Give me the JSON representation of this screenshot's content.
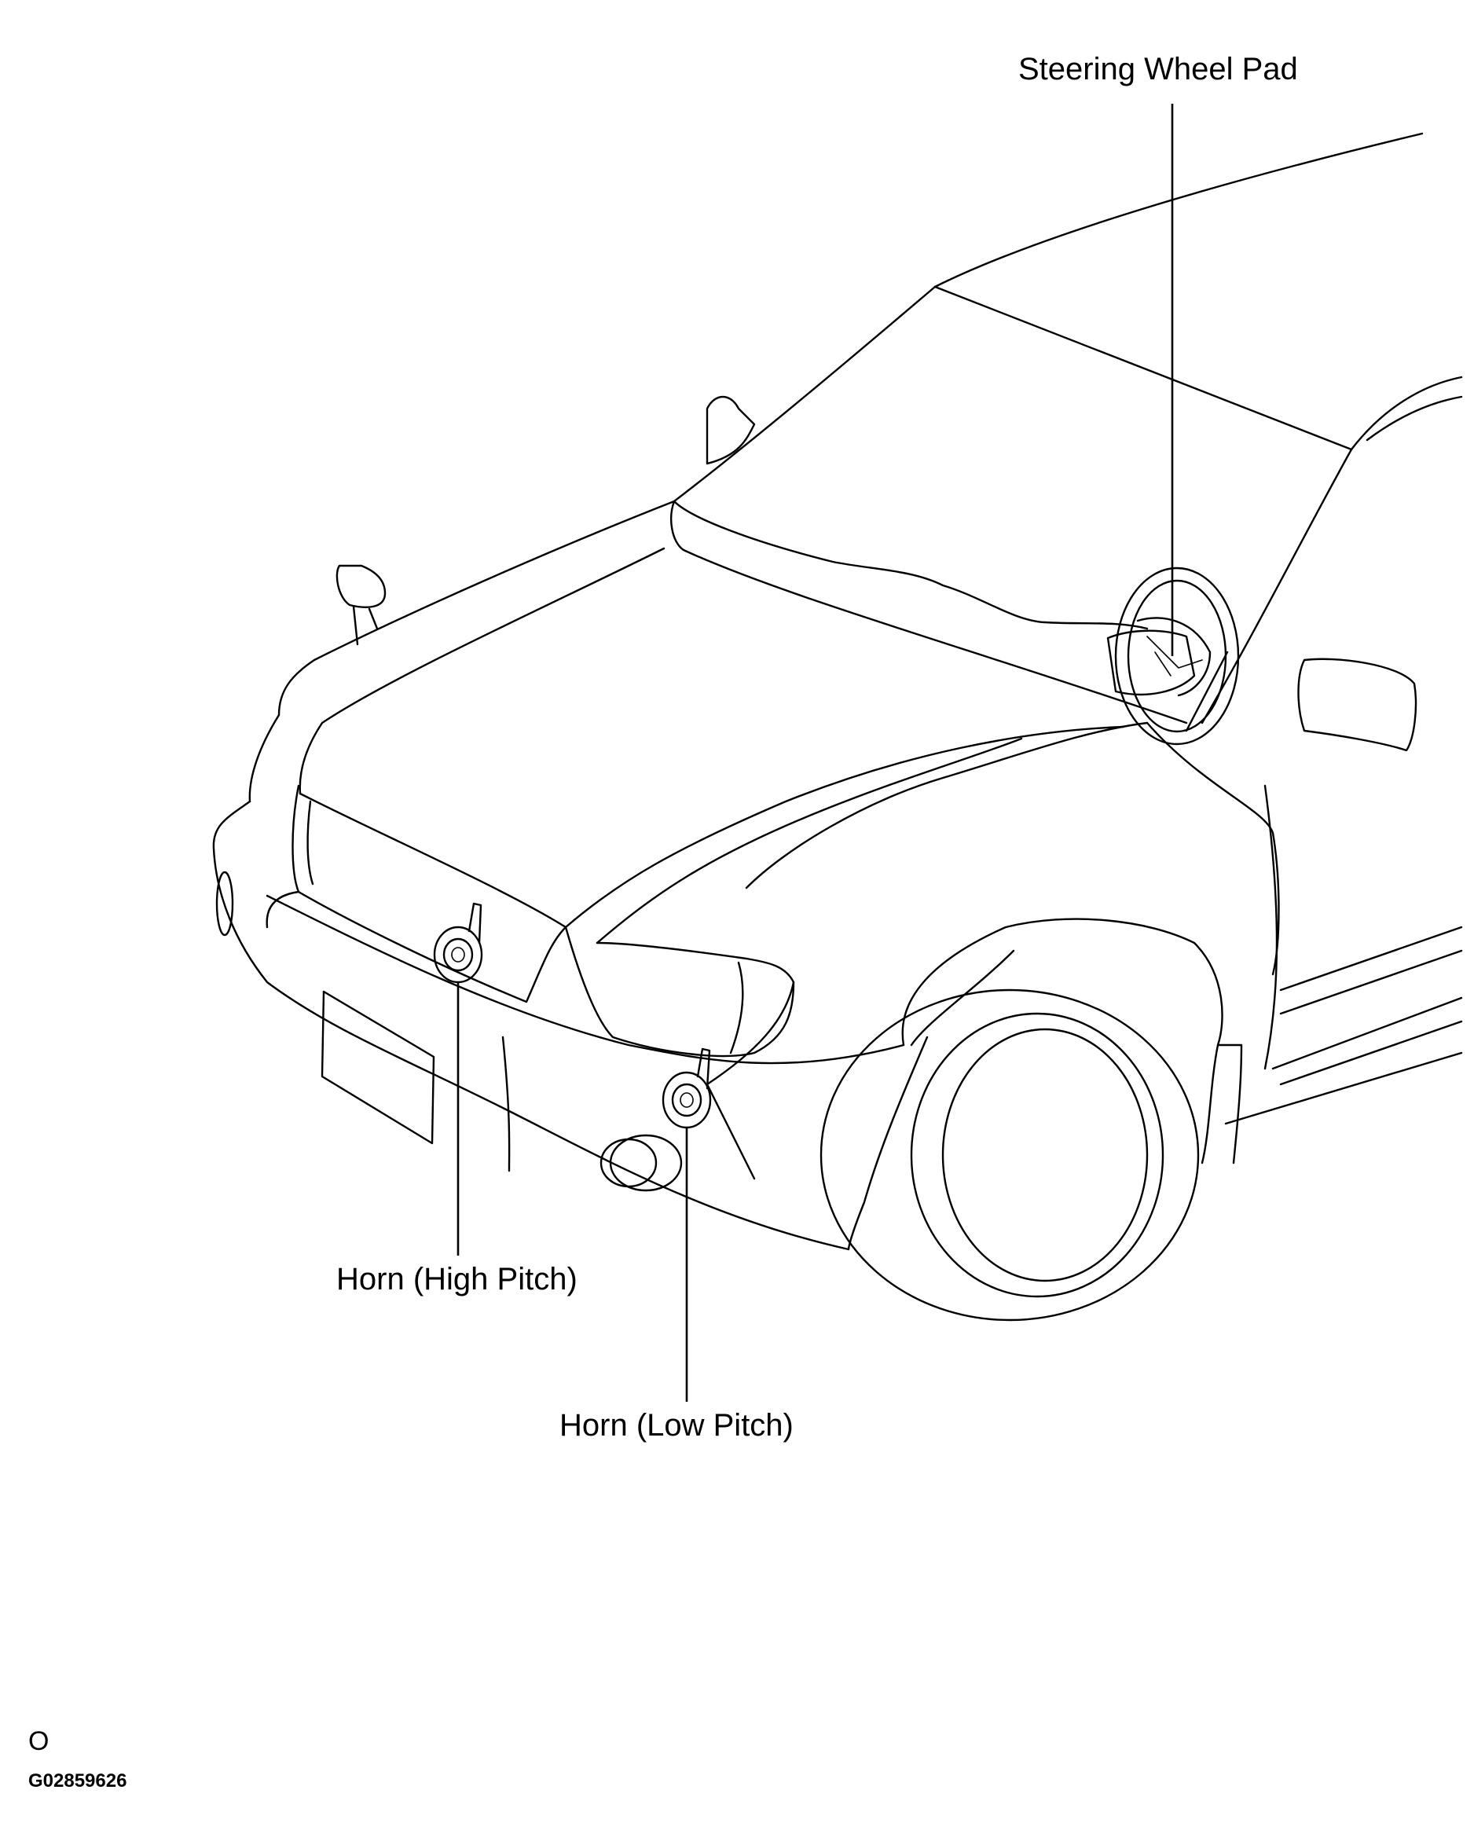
{
  "callouts": {
    "steering_wheel_pad": "Steering Wheel Pad",
    "horn_high_pitch": "Horn (High Pitch)",
    "horn_low_pitch": "Horn (Low Pitch)"
  },
  "footer": {
    "symbol": "O",
    "figure_code": "G02859626"
  }
}
